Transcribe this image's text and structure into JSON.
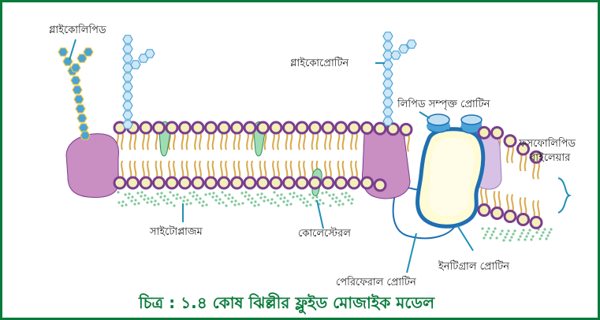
{
  "labels": {
    "glycolipid": "গ্লাইকোলিপিড",
    "glycoprotein": "গ্লাইকোপ্রোটিন",
    "lipid_protein": "লিপিড সম্পৃক্ত প্রোটিন",
    "phospholipid_line1": "ফসফোলিপিড",
    "phospholipid_line2": "বাইলেয়ার",
    "cytoplasm": "সাইটোপ্লাজম",
    "cholesterol": "কোলেস্টেরল",
    "integral_protein": "ইনটিগ্রাল প্রোটিন",
    "peripheral_protein": "পেরিফেরাল প্রোটিন"
  },
  "caption": "চিত্র : ১.৪ কোষ ঝিল্লীর ফ্লুইড মোজাইক মডেল",
  "colors": {
    "frame": "#0a7a3c",
    "head_fill": "#f3efb8",
    "head_ring": "#7a3d8f",
    "tail": "#d9a84a",
    "protein_purple": "#c98ec2",
    "integral_fill": "#fffbd5",
    "integral_ring": "#1f6fb3",
    "cholesterol": "#9fdcb4",
    "sugar_light": "#cfe7f5",
    "sugar_blue": "#4aa3d8",
    "leader": "#1f8fb8"
  }
}
